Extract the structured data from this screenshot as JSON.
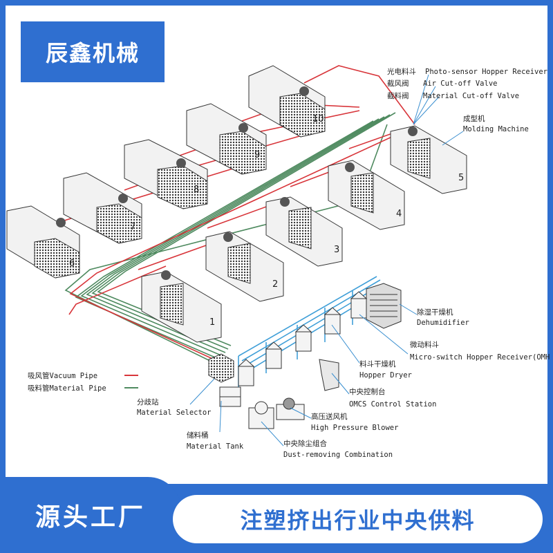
{
  "header": {
    "brand": "辰鑫机械"
  },
  "machines": [
    "1",
    "2",
    "3",
    "4",
    "5",
    "6",
    "7",
    "8",
    "9",
    "10"
  ],
  "labels": {
    "hopper_receiver_cn": "光电料斗",
    "hopper_receiver_en": "Photo-sensor Hopper Receiver",
    "air_valve_cn": "截风阀",
    "air_valve_en": "Air Cut-off Valve",
    "material_valve_cn": "截料阀",
    "material_valve_en": "Material Cut-off Valve",
    "molding_cn": "成型机",
    "molding_en": "Molding Machine",
    "dehumidifier_cn": "除湿干燥机",
    "dehumidifier_en": "Dehumidifier",
    "microswitch_cn": "微动料斗",
    "microswitch_en": "Micro-switch Hopper Receiver(OMH",
    "hopper_dryer_cn": "料斗干燥机",
    "hopper_dryer_en": "Hopper Dryer",
    "control_cn": "中央控制台",
    "control_en": "OMCS Control Station",
    "blower_cn": "高压送风机",
    "blower_en": "High Pressure Blower",
    "dust_cn": "中央除尘组合",
    "dust_en": "Dust-removing Combination",
    "tank_cn": "储料桶",
    "tank_en": "Material Tank",
    "selector_cn": "分歧站",
    "selector_en": "Material Selector"
  },
  "legend": {
    "vacuum": "吸风管Vacuum Pipe",
    "material": "吸料管Material Pipe"
  },
  "colors": {
    "vacuum": "#d8353a",
    "material": "#4e8a5f",
    "accent": "#2f6fd0",
    "aux": "#3f9fd8"
  },
  "footer": {
    "left": "源头工厂",
    "right": "注塑挤出行业中央供料"
  }
}
